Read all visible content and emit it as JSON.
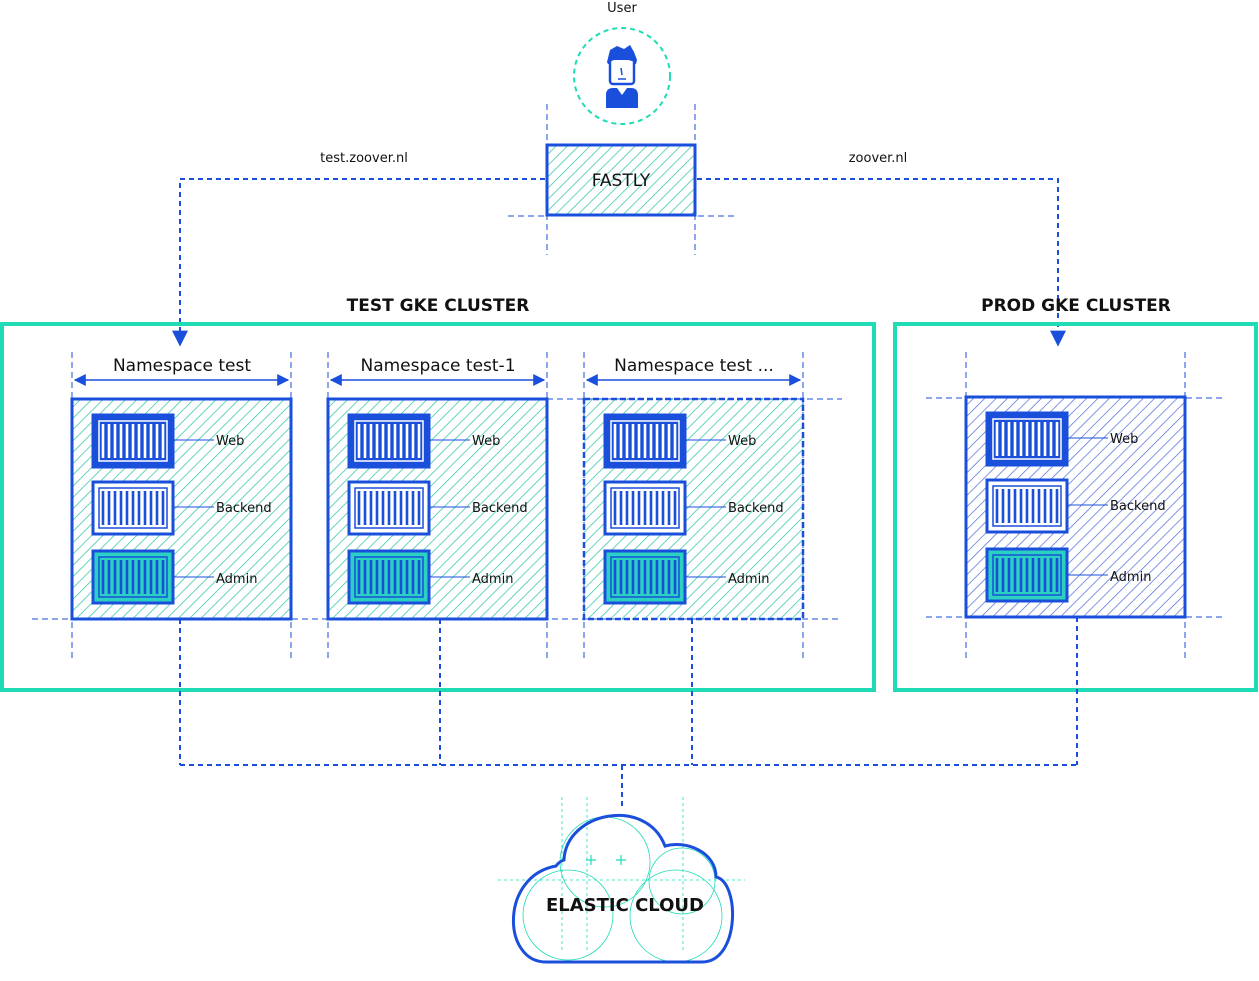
{
  "user": {
    "label": "User"
  },
  "edge": {
    "label": "FASTLY"
  },
  "routes": {
    "left": "test.zoover.nl",
    "right": "zoover.nl"
  },
  "clusters": {
    "test": {
      "title": "TEST GKE CLUSTER",
      "namespaces": [
        {
          "label": "Namespace test",
          "services": [
            "Web",
            "Backend",
            "Admin"
          ]
        },
        {
          "label": "Namespace test-1",
          "services": [
            "Web",
            "Backend",
            "Admin"
          ]
        },
        {
          "label": "Namespace test ...",
          "services": [
            "Web",
            "Backend",
            "Admin"
          ]
        }
      ]
    },
    "prod": {
      "title": "PROD GKE CLUSTER",
      "services": [
        "Web",
        "Backend",
        "Admin"
      ]
    }
  },
  "backend": {
    "label": "ELASTIC CLOUD"
  },
  "colors": {
    "blue": "#1a4fdc",
    "teal": "#1fdcb6",
    "teal_fill": "#2ad1c0",
    "hatch_teal": "#3ec9ae",
    "hatch_blue": "#4a6bd6"
  }
}
